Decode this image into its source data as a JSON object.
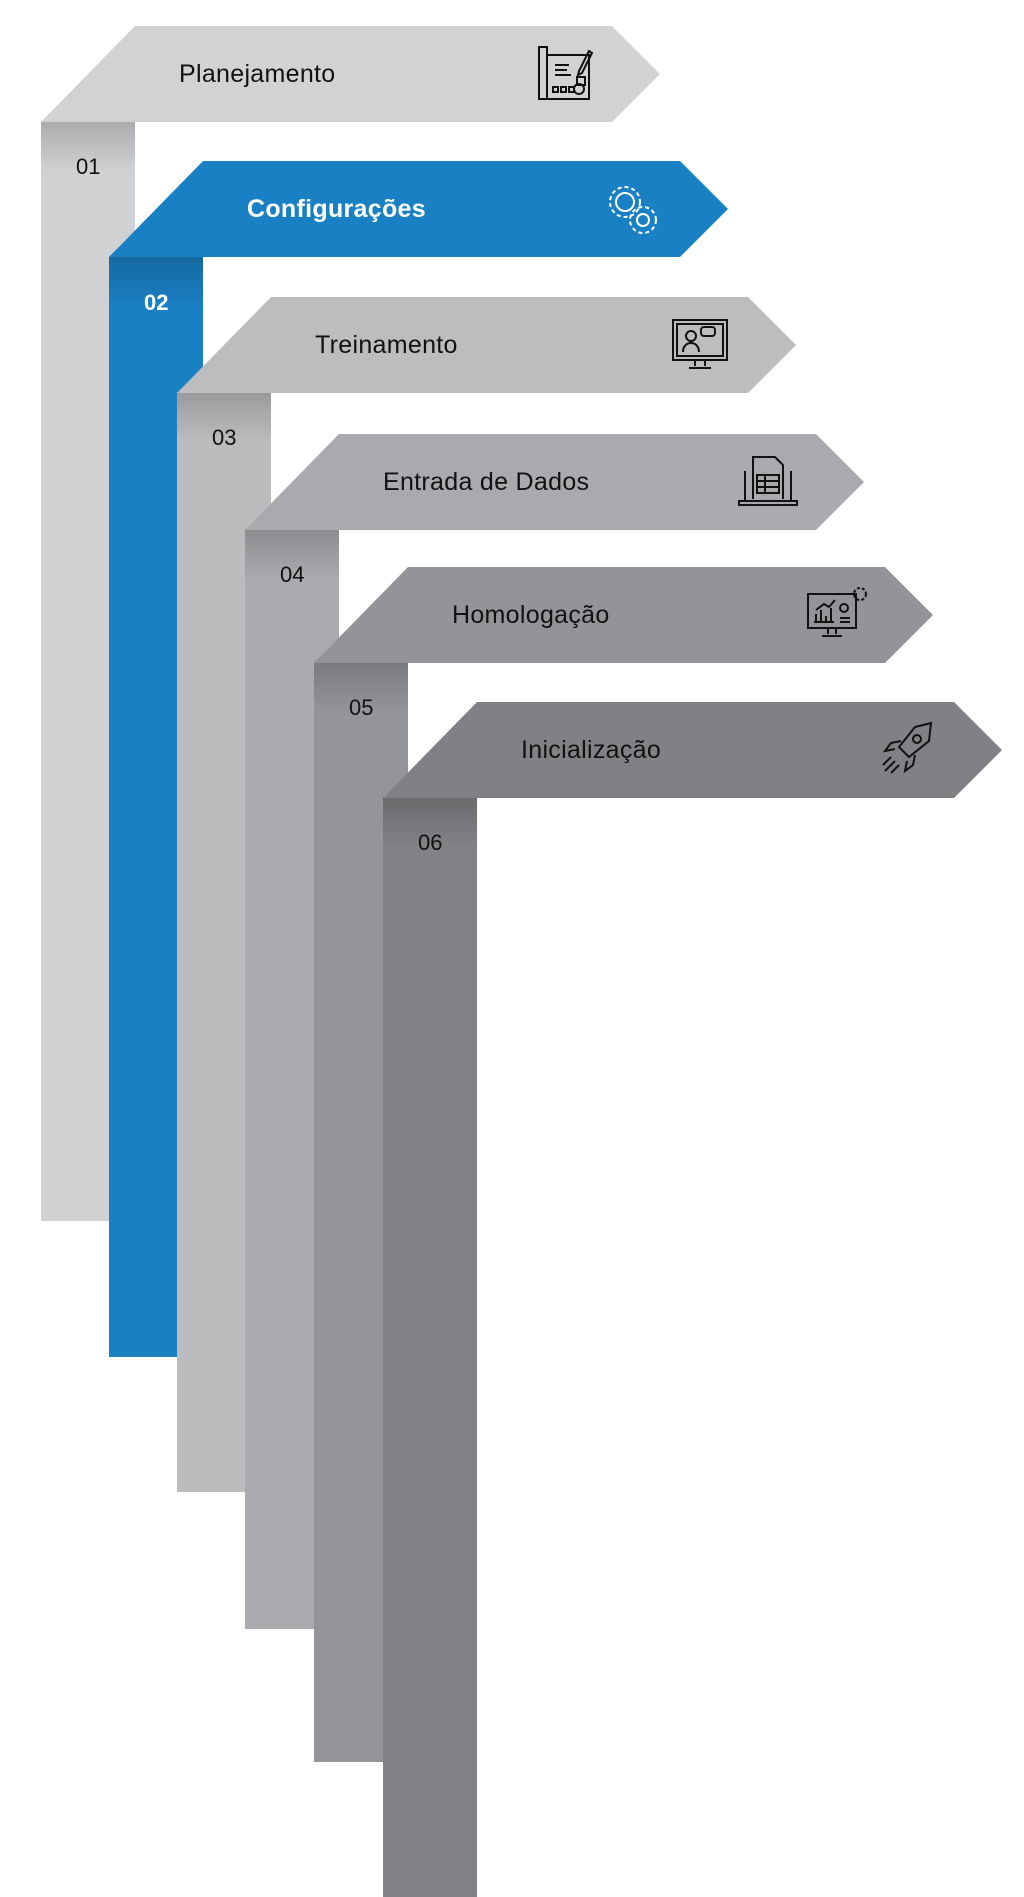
{
  "steps": [
    {
      "number": "01",
      "label": "Planejamento",
      "icon": "blueprint-pencil-icon",
      "color": "#d1d2d4"
    },
    {
      "number": "02",
      "label": "Configurações",
      "icon": "gears-icon",
      "color": "#1a80c4"
    },
    {
      "number": "03",
      "label": "Treinamento",
      "icon": "online-training-monitor-icon",
      "color": "#bcbdbf"
    },
    {
      "number": "04",
      "label": "Entrada de Dados",
      "icon": "laptop-spreadsheet-icon",
      "color": "#a9aaad"
    },
    {
      "number": "05",
      "label": "Homologação",
      "icon": "monitor-chart-gear-icon",
      "color": "#929498"
    },
    {
      "number": "06",
      "label": "Inicialização",
      "icon": "rocket-icon",
      "color": "#808184"
    }
  ]
}
